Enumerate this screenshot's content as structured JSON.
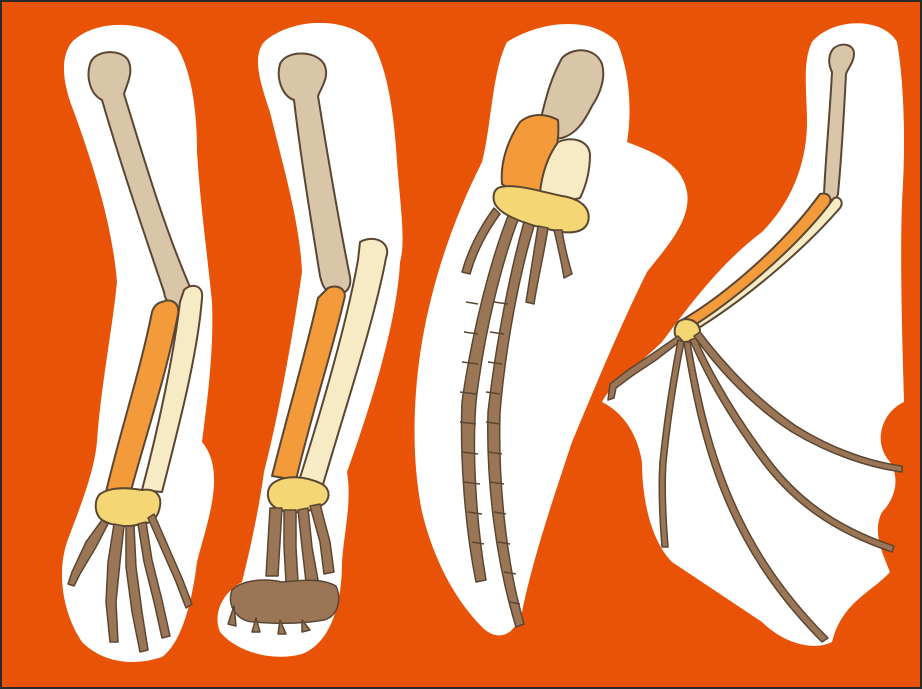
{
  "figure": {
    "title": "",
    "labels": [],
    "limbs": [
      {
        "id": "human-arm",
        "icon": "human-arm-skeleton"
      },
      {
        "id": "cat-leg",
        "icon": "cat-foreleg-skeleton"
      },
      {
        "id": "whale-flipper",
        "icon": "whale-flipper-skeleton"
      },
      {
        "id": "bat-wing",
        "icon": "bat-wing-skeleton"
      }
    ]
  },
  "colors": {
    "background": "#E85307",
    "silhouette": "#FFFFFF",
    "humerus": "#D9C6A8",
    "radius": "#F39A3A",
    "ulna": "#F7EBC6",
    "carpals": "#F4D774",
    "phalanges": "#9B7656",
    "outline": "#5A4632"
  }
}
